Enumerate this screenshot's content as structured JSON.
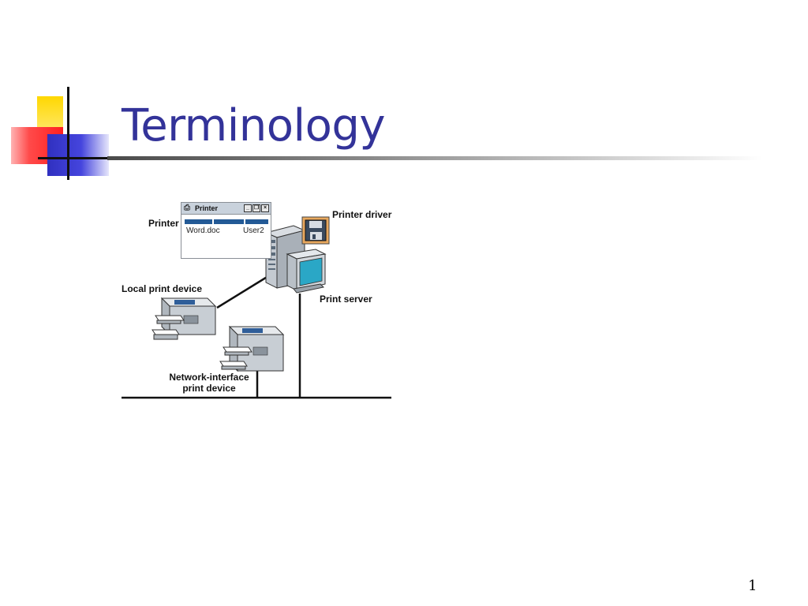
{
  "slide": {
    "title": "Terminology",
    "page_number": "1"
  },
  "diagram": {
    "printer_window": {
      "title": "Printer",
      "window_buttons": [
        "_",
        "❐",
        "×"
      ],
      "document": "Word.doc",
      "user": "User2"
    },
    "labels": {
      "printer": "Printer",
      "printer_driver": "Printer driver",
      "print_server": "Print server",
      "local_print_device": "Local print device",
      "network_interface_line1": "Network-interface",
      "network_interface_line2": "print device"
    },
    "icons": {
      "printer_window_icon": "printer-icon",
      "driver_icon": "floppy-disk-icon",
      "server_icon": "tower-server-icon",
      "monitor_icon": "monitor-icon",
      "local_printer_icon": "laser-printer-icon",
      "network_printer_icon": "laser-printer-icon"
    },
    "colors": {
      "title": "#333399",
      "window_header": "#235a96",
      "driver_highlight": "#e8a85e",
      "screen": "#2aa7c6"
    }
  }
}
